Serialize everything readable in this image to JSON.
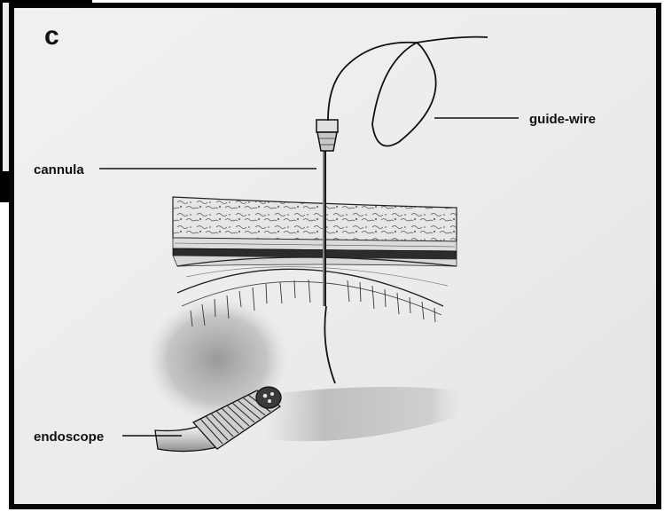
{
  "figure": {
    "panel_letter": "c",
    "labels": {
      "guide_wire": "guide-wire",
      "cannula": "cannula",
      "endoscope": "endoscope"
    }
  },
  "colors": {
    "paper": "#eeeeec",
    "ink": "#141414",
    "frame": "#050505",
    "shadow": "#8f8f8f"
  }
}
